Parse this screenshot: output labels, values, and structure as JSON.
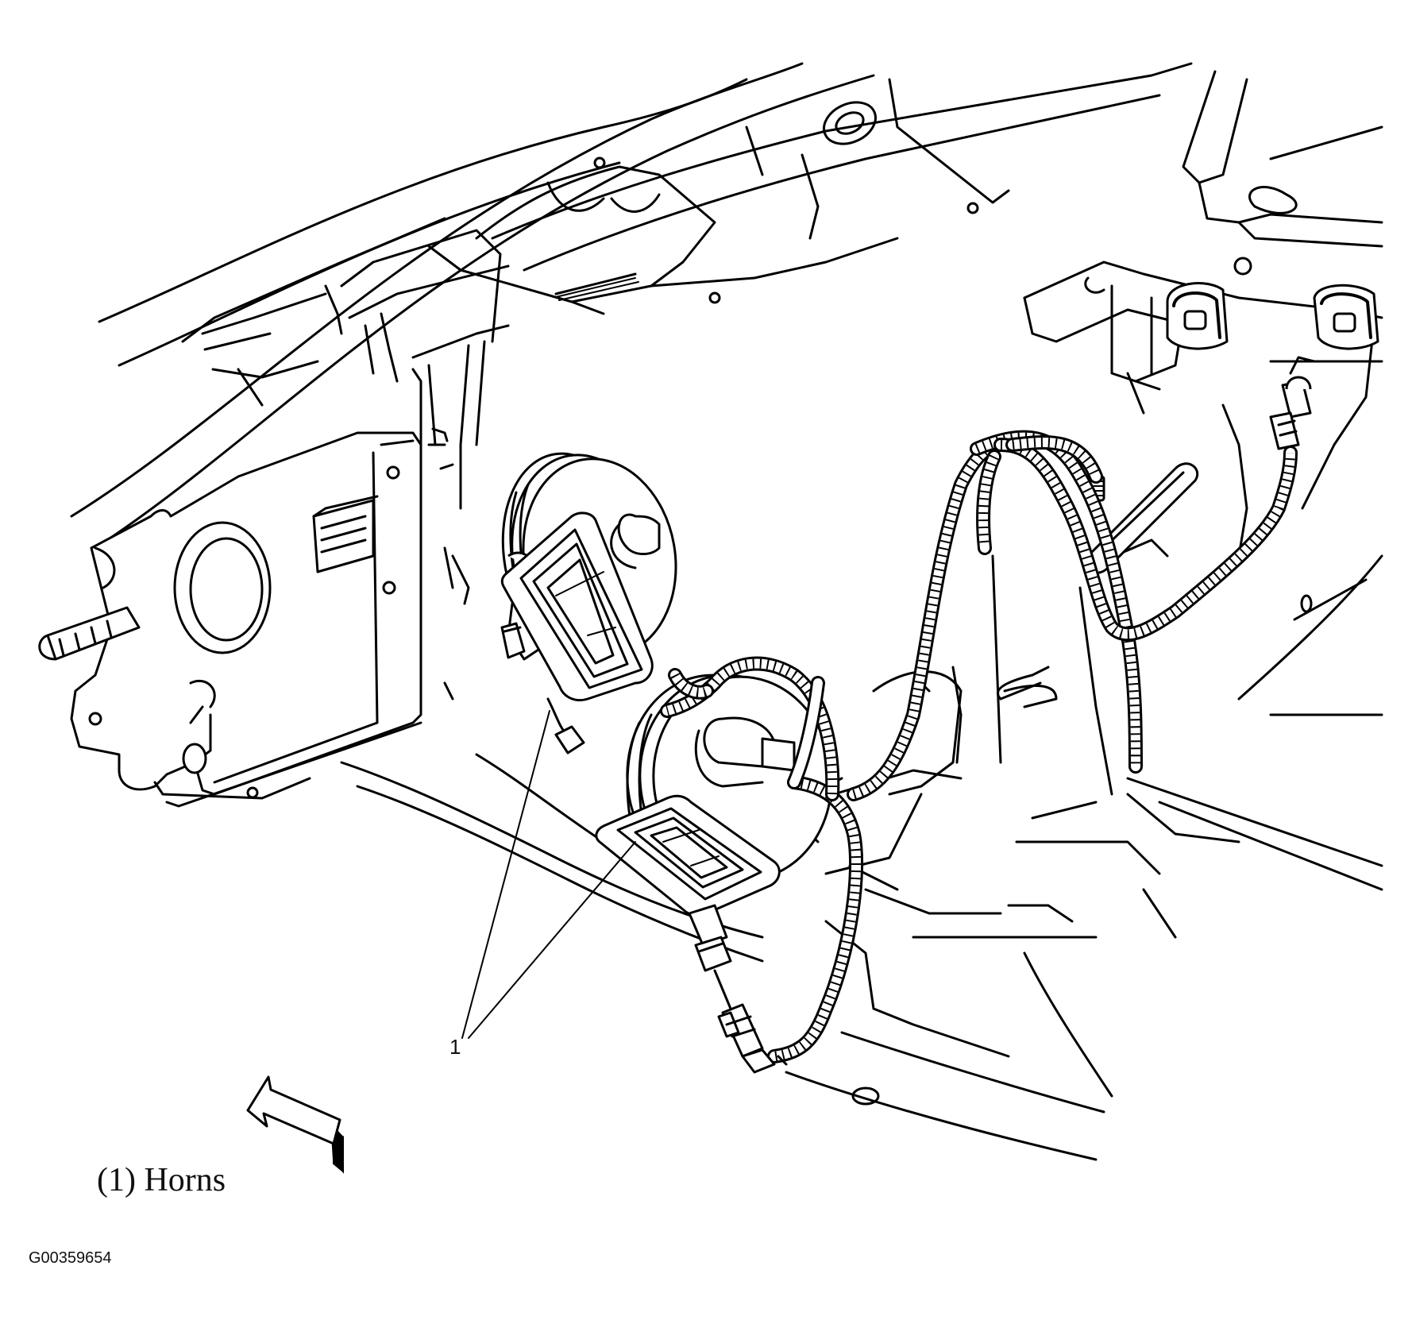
{
  "diagram": {
    "callout_number": "1",
    "caption": "(1) Horns",
    "figure_id": "G00359654",
    "items": [
      {
        "number": "1",
        "name": "Horns"
      }
    ]
  }
}
